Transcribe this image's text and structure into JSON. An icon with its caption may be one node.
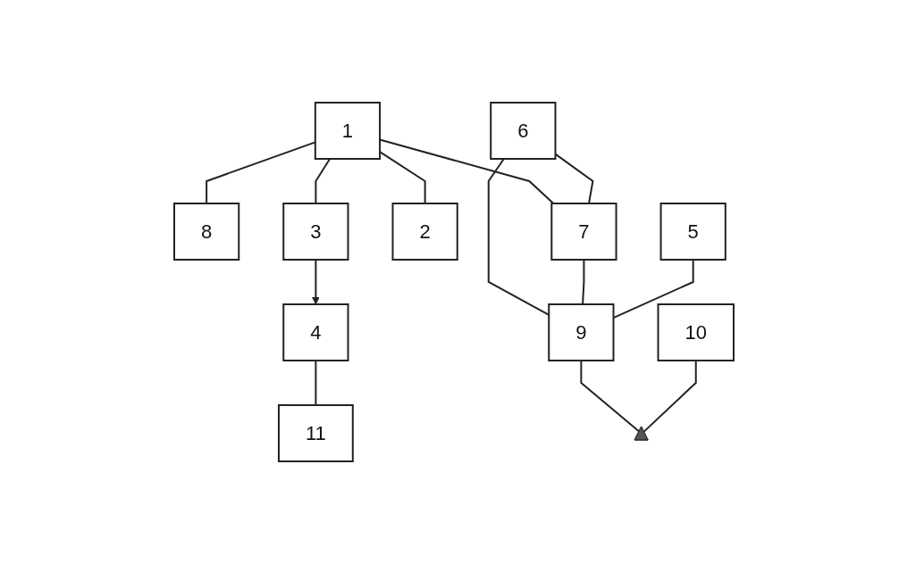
{
  "diagram": {
    "nodes": [
      {
        "text": [
          "1"
        ]
      },
      {
        "text": [
          "8"
        ]
      },
      {
        "text": [
          "6"
        ]
      },
      {
        "text": [
          "7"
        ]
      },
      {
        "text": [
          "2"
        ]
      },
      {
        "text": [
          "3"
        ]
      },
      {
        "text": [
          "4"
        ]
      },
      {
        "text": [
          "5"
        ]
      },
      {
        "text": [
          "9"
        ]
      },
      {
        "text": [
          "11"
        ]
      },
      {
        "text": [
          "10"
        ]
      },
      {
        "text": [],
        "shape": "triangle"
      }
    ],
    "edges": [
      {
        "from": 0,
        "to": 5,
        "arrow": "none"
      },
      {
        "from": 0,
        "to": 3,
        "arrow": "none"
      },
      {
        "from": 0,
        "to": 4,
        "arrow": "none"
      },
      {
        "from": 0,
        "to": 1,
        "arrow": "none"
      },
      {
        "from": 5,
        "to": 6,
        "arrow": "to"
      },
      {
        "from": 2,
        "to": 3,
        "arrow": "none"
      },
      {
        "from": 2,
        "to": 8,
        "arrow": "none"
      },
      {
        "from": 3,
        "to": 8,
        "arrow": "none"
      },
      {
        "from": 7,
        "to": 8,
        "arrow": "none"
      },
      {
        "from": 6,
        "to": 9,
        "arrow": "none"
      },
      {
        "from": 8,
        "to": 11,
        "arrow": "none"
      },
      {
        "from": 10,
        "to": 11,
        "arrow": "none"
      }
    ]
  }
}
